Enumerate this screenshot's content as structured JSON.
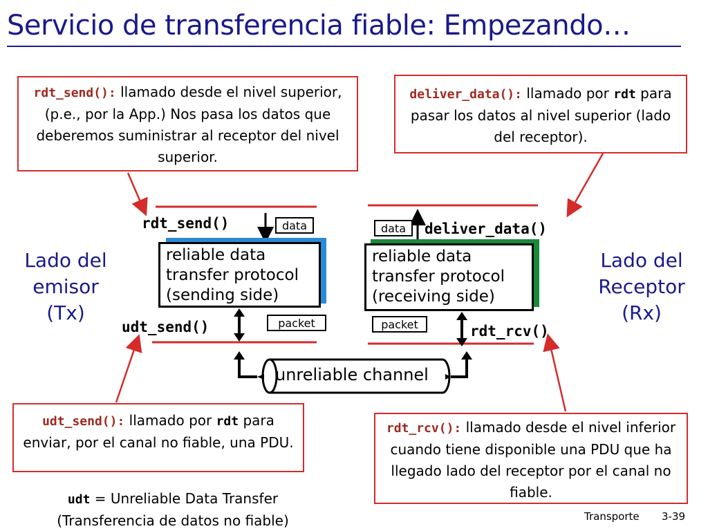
{
  "title": "Servicio de transferencia fiable: Empezando…",
  "callouts": {
    "rdt_send": {
      "code": "rdt_send():",
      "text": "llamado desde el nivel superior, (p.e., por la App.) Nos pasa los datos que deberemos suministrar al receptor del nivel superior."
    },
    "deliver_data": {
      "code": "deliver_data():",
      "text1": "llamado por",
      "code2": "rdt",
      "text2": "para pasar los datos al nivel superior (lado del receptor)."
    },
    "udt_send": {
      "code": "udt_send():",
      "text1": "llamado por",
      "code2": "rdt",
      "text2": "para enviar, por el canal no fiable, una PDU."
    },
    "rdt_rcv": {
      "code": "rdt_rcv():",
      "text": "llamado desde el nivel inferior cuando tiene disponible una PDU que ha llegado lado del receptor por el canal no fiable."
    }
  },
  "sides": {
    "sender": {
      "line1": "Lado del",
      "line2": "emisor",
      "line3": "(Tx)"
    },
    "receiver": {
      "line1": "Lado del",
      "line2": "Receptor",
      "line3": "(Rx)"
    }
  },
  "diagram": {
    "sender_box": {
      "line1": "reliable data",
      "line2": "transfer protocol",
      "line3": "(sending side)"
    },
    "receiver_box": {
      "line1": "reliable data",
      "line2": "transfer protocol",
      "line3": "(receiving side)"
    },
    "rdt_send_label": "rdt_send()",
    "udt_send_label": "udt_send()",
    "deliver_data_label": "deliver_data()",
    "rdt_rcv_label": "rdt_rcv()",
    "data_tag": "data",
    "packet_tag": "packet",
    "channel_label": "unreliable channel",
    "colors": {
      "sender_shadow": "#2b8ad6",
      "receiver_shadow": "#1a8a3a",
      "callout_border": "#d52b2b",
      "title": "#1a1a8a"
    }
  },
  "udt_note": {
    "code": "udt",
    "text1": "= Unreliable Data Transfer",
    "text2": "(Transferencia de datos no fiable)"
  },
  "footer": {
    "section": "Transporte",
    "page": "3-39"
  }
}
